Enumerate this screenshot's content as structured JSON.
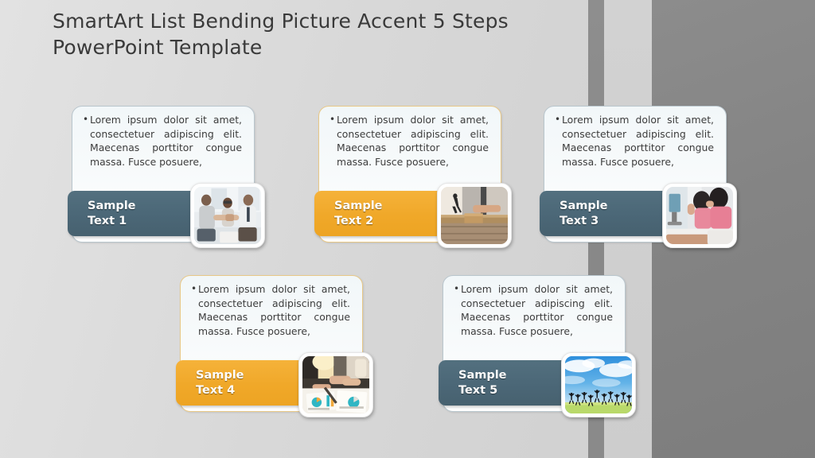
{
  "slide": {
    "title": "SmartArt List Bending Picture Accent 5 Steps PowerPoint Template",
    "background": {
      "base_color": "#d8d8d8",
      "stripe_color": "#8a8a8a",
      "panel_color": "#848484"
    }
  },
  "colors": {
    "slate": "#4b6777",
    "amber": "#f0a829",
    "card_body": "#f7fafb",
    "text": "#3c3c3c",
    "title": "#3a3a3a"
  },
  "body_text": "Lorem ipsum dolor sit amet, consectetuer adipiscing elit. Maecenas porttitor congue massa. Fusce posuere,",
  "bullet_glyph": "•",
  "cards": [
    {
      "label": "Sample\nText 1",
      "accent": "slate",
      "accent_color": "#4b6777",
      "image_name": "business-handshake-meeting-photo",
      "image_alt": "Three business people shaking hands in a bright office"
    },
    {
      "label": "Sample\nText 2",
      "accent": "amber",
      "accent_color": "#f0a829",
      "image_name": "wooden-step-blocks-photo",
      "image_alt": "Hand placing a wooden block step with a walking figure"
    },
    {
      "label": "Sample\nText 3",
      "accent": "slate",
      "accent_color": "#4b6777",
      "image_name": "team-desk-discussion-photo",
      "image_alt": "Colleagues in pink tops working together at a desk"
    },
    {
      "label": "Sample\nText 4",
      "accent": "amber",
      "accent_color": "#f0a829",
      "image_name": "charts-analysis-desk-photo",
      "image_alt": "Hands pointing at printed charts and graphs on a desk"
    },
    {
      "label": "Sample\nText 5",
      "accent": "slate",
      "accent_color": "#4b6777",
      "image_name": "people-jumping-sky-photo",
      "image_alt": "Silhouettes of people jumping on grass under a blue cloudy sky"
    }
  ]
}
